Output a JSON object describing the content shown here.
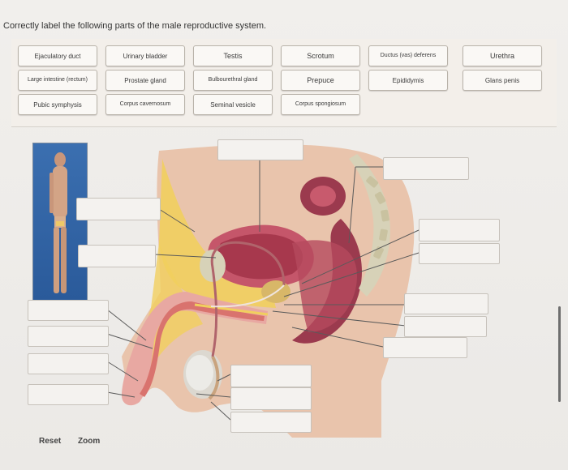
{
  "instructions": "Correctly label the following parts of the male reproductive system.",
  "label_bank": [
    {
      "label": "Ejaculatory duct",
      "size": "mid"
    },
    {
      "label": "Urinary bladder",
      "size": "mid"
    },
    {
      "label": "Testis",
      "size": "norm"
    },
    {
      "label": "Scrotum",
      "size": "norm"
    },
    {
      "label": "Ductus (vas) deferens",
      "size": "tiny"
    },
    {
      "label": "Urethra",
      "size": "norm"
    },
    {
      "label": "Large intestine (rectum)",
      "size": "tiny"
    },
    {
      "label": "Prostate gland",
      "size": "mid"
    },
    {
      "label": "Bulbourethral gland",
      "size": "tiny"
    },
    {
      "label": "Prepuce",
      "size": "norm"
    },
    {
      "label": "Epididymis",
      "size": "mid"
    },
    {
      "label": "Glans penis",
      "size": "mid"
    },
    {
      "label": "Pubic symphysis",
      "size": "mid"
    },
    {
      "label": "Corpus cavernosum",
      "size": "tiny"
    },
    {
      "label": "Seminal vesicle",
      "size": "mid"
    },
    {
      "label": "Corpus spongiosum",
      "size": "tiny"
    }
  ],
  "controls": {
    "reset": "Reset",
    "zoom": "Zoom"
  },
  "colors": {
    "skin": "#e9c4ac",
    "fat": "#f1cf5e",
    "bladder": "#c5566a",
    "intestine": "#9b3a4e",
    "cartilage": "#d7d2b8"
  }
}
